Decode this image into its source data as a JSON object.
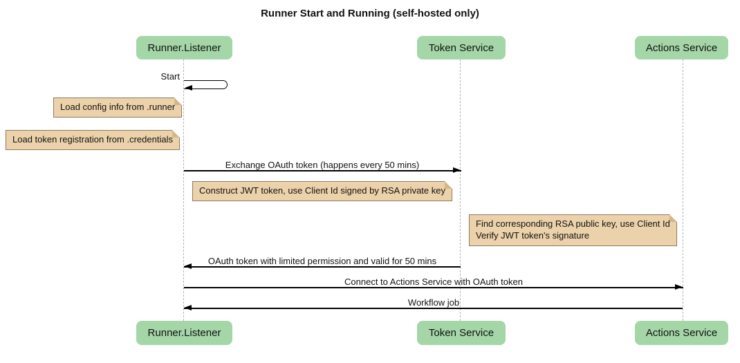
{
  "title": "Runner Start and Running (self-hosted only)",
  "participants": [
    {
      "label": "Runner.Listener"
    },
    {
      "label": "Token Service"
    },
    {
      "label": "Actions Service"
    }
  ],
  "messages": {
    "start": "Start",
    "exchange": "Exchange OAuth token (happens every 50 mins)",
    "oauth_return": "OAuth token with limited permission and valid for 50 mins",
    "connect": "Connect to Actions Service with OAuth token",
    "workflow": "Workflow job"
  },
  "notes": {
    "load_config": "Load config info from .runner",
    "load_token": "Load token registration from .credentials",
    "construct_jwt": "Construct JWT token, use Client Id signed by RSA private key",
    "verify_jwt": "Find corresponding RSA public key, use Client Id\nVerify JWT token's signature"
  },
  "colors": {
    "participant_fill": "#A5D6A7",
    "note_fill": "#ECD2AB",
    "note_border": "#8C7A5E",
    "note_fold": "#D3B788",
    "lifeline": "#B3B3B3",
    "message": "#000000",
    "text": "#111111",
    "bg": "#FFFFFF"
  }
}
